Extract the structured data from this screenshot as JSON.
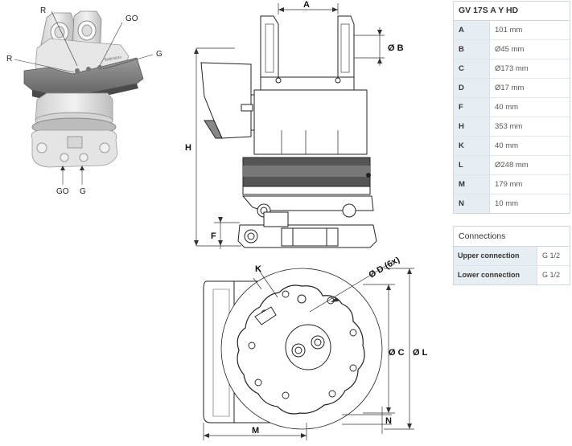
{
  "iso_labels": {
    "r_top": "R",
    "go_top": "GO",
    "r_left": "R",
    "g_right": "G",
    "go_bottom": "GO",
    "g_bottom": "G"
  },
  "dim_labels": {
    "a": "A",
    "b": "Ø B",
    "h": "H",
    "f": "F",
    "k": "K",
    "d": "Ø D (6x)",
    "c": "Ø C",
    "l": "Ø L",
    "m": "M",
    "n": "N"
  },
  "brand_text": "Baltrotors",
  "specs": {
    "title": "GV 17S A Y HD",
    "rows": [
      {
        "key": "A",
        "value": "101 mm"
      },
      {
        "key": "B",
        "value": "Ø45 mm"
      },
      {
        "key": "C",
        "value": "Ø173 mm"
      },
      {
        "key": "D",
        "value": "Ø17 mm"
      },
      {
        "key": "F",
        "value": "40 mm"
      },
      {
        "key": "H",
        "value": "353 mm"
      },
      {
        "key": "K",
        "value": "40 mm"
      },
      {
        "key": "L",
        "value": "Ø248 mm"
      },
      {
        "key": "M",
        "value": "179 mm"
      },
      {
        "key": "N",
        "value": "10 mm"
      }
    ]
  },
  "connections": {
    "title": "Connections",
    "rows": [
      {
        "key": "Upper connection",
        "value": "G 1/2"
      },
      {
        "key": "Lower connection",
        "value": "G 1/2"
      }
    ]
  }
}
